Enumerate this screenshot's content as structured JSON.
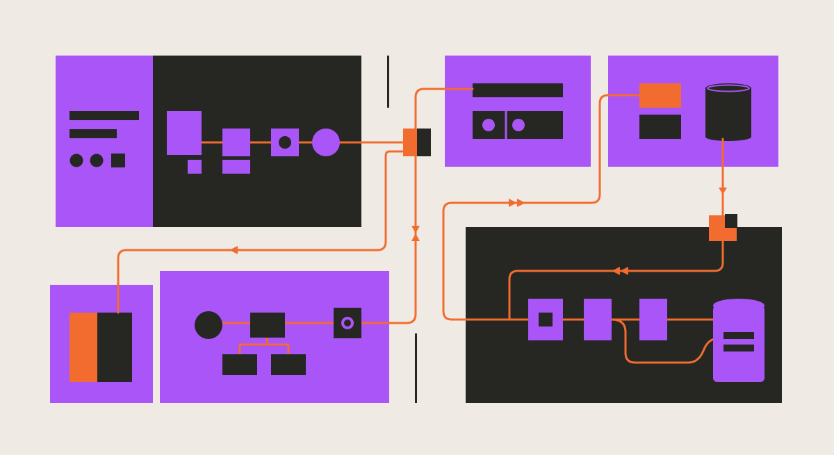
{
  "palette": {
    "background": "#efebe4",
    "purple": "#a955f7",
    "dark": "#262623",
    "orange": "#f26c30"
  },
  "diagram": {
    "panels": [
      "panel-top-left-purple",
      "panel-top-left-dark",
      "panel-top-center",
      "panel-top-right",
      "panel-bottom-left-small",
      "panel-bottom-center",
      "panel-bottom-right-dark"
    ],
    "icons": [
      "database-cylinder-icon",
      "server-cylinder-icon",
      "arrow-icon",
      "connector-node-icon"
    ]
  }
}
